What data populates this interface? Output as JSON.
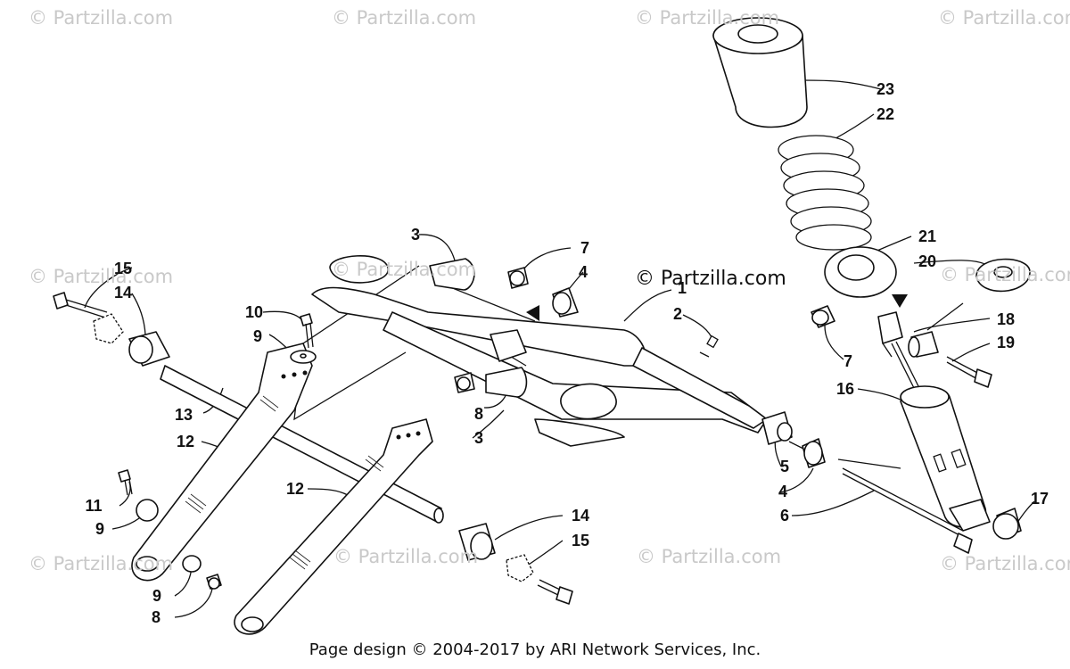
{
  "watermarks": [
    "© Partzilla.com",
    "© Partzilla.com",
    "© Partzilla.com",
    "© Partzilla.com",
    "© Partzilla.com",
    "© Partzilla.com",
    "© Partzilla.com",
    "© Partzilla.com",
    "© Partzilla.com",
    "© Partzilla.com",
    "© Partzilla.com"
  ],
  "watermark_center": "© Partzilla.com",
  "callouts": [
    "1",
    "2",
    "3",
    "3",
    "4",
    "4",
    "5",
    "6",
    "7",
    "7",
    "8",
    "8",
    "9",
    "9",
    "9",
    "10",
    "11",
    "12",
    "12",
    "13",
    "14",
    "14",
    "15",
    "15",
    "16",
    "17",
    "18",
    "19",
    "20",
    "21",
    "22",
    "23"
  ],
  "footer": "Page design © 2004-2017 by ARI Network Services, Inc."
}
